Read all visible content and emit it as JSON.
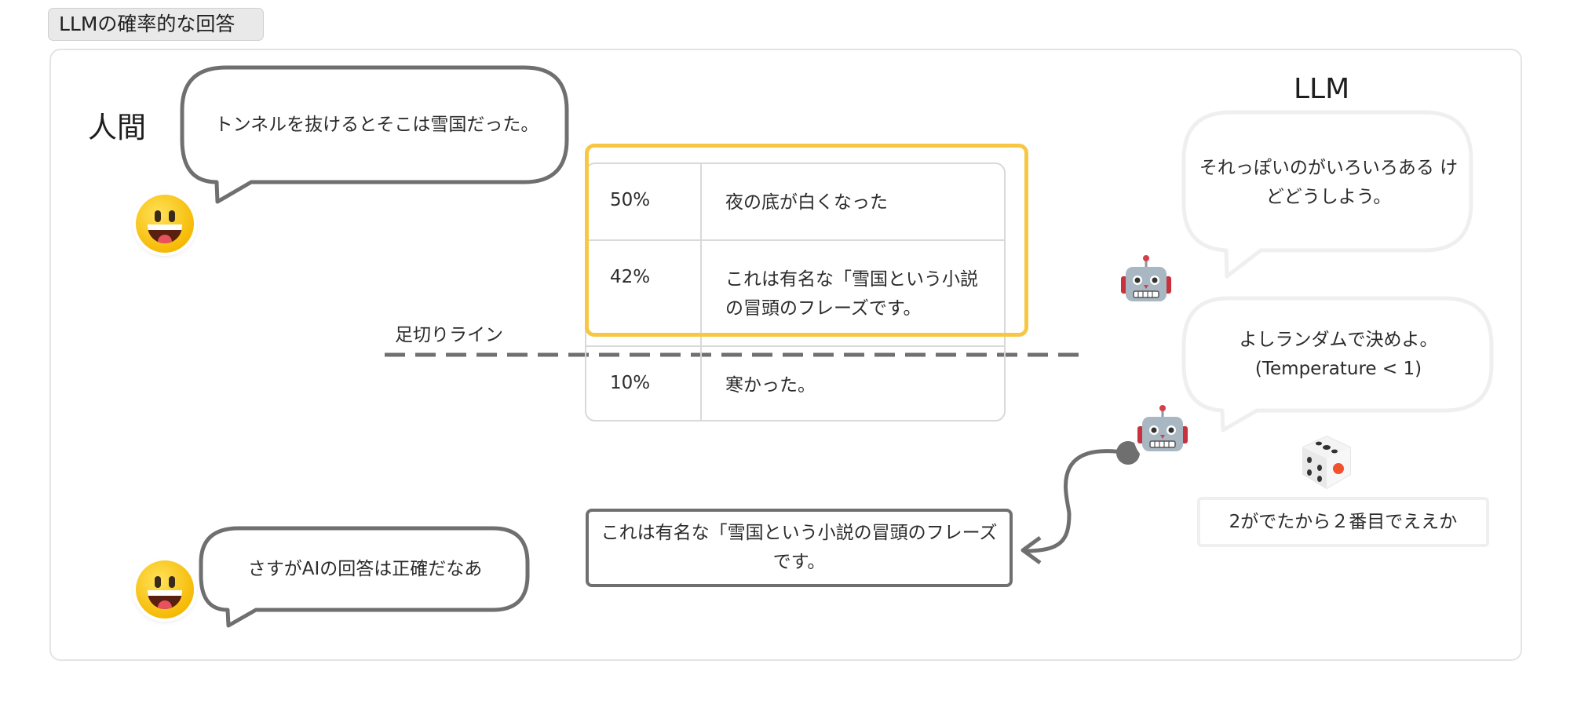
{
  "title_tag": "LLMの確率的な回答",
  "labels": {
    "human": "人間",
    "llm": "LLM",
    "cutoff": "足切りライン"
  },
  "human_bubbles": {
    "prompt": "トンネルを抜けるとそこは雪国だった。",
    "reaction": "さすがAIの回答は正確だなあ"
  },
  "llm_bubbles": {
    "thinking": "それっぽいのがいろいろある けどどうしよう。",
    "decide_line1": "よしランダムで決めよ。",
    "decide_line2": "(Temperature < 1)"
  },
  "candidates": [
    {
      "prob": "50%",
      "text": "夜の底が白くなった"
    },
    {
      "prob": "42%",
      "text": "これは有名な「雪国という小説の冒頭のフレーズです。"
    },
    {
      "prob": "10%",
      "text": "寒かった。"
    }
  ],
  "answer": "これは有名な「雪国という小説の冒頭のフレーズです。",
  "dice_result": "2がでたから２番目でええか",
  "icons": [
    "smiley-face-icon",
    "robot-icon",
    "dice-icon",
    "speech-bubble-icon"
  ],
  "colors": {
    "highlight": "#f7c744",
    "bubble_human": "#6f6f6f",
    "bubble_llm": "#efefef",
    "dashed_line": "#6f6f6f"
  }
}
